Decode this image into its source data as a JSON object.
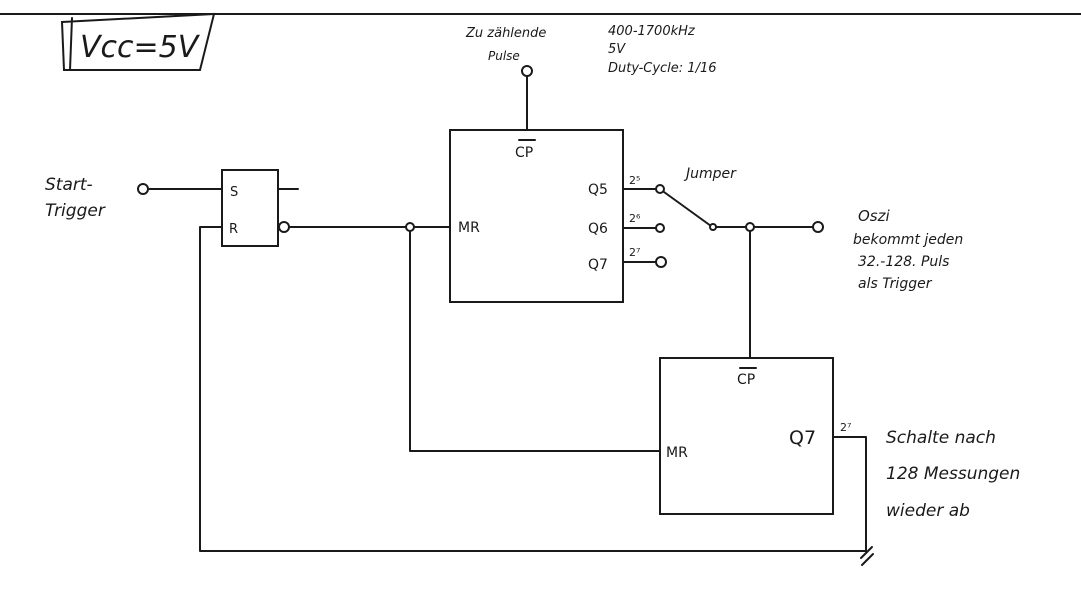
{
  "vcc": {
    "label": "Vcc=5V"
  },
  "pulse": {
    "label_line1": "Zu zählende",
    "label_line2": "Pulse",
    "spec_line1": "400-1700kHz",
    "spec_line2": "5V",
    "spec_line3": "Duty-Cycle: 1/16"
  },
  "start_trigger": {
    "line1": "Start-",
    "line2": "Trigger"
  },
  "flipflop": {
    "pin_s": "S",
    "pin_r": "R"
  },
  "counter1": {
    "pin_cp": "CP",
    "pin_mr": "MR",
    "pin_q5": "Q5",
    "pin_q6": "Q6",
    "pin_q7": "Q7",
    "exp_q5": "2⁵",
    "exp_q6": "2⁶",
    "exp_q7": "2⁷"
  },
  "jumper": {
    "label": "Jumper"
  },
  "oszi": {
    "line1": "Oszi",
    "line2": "bekommt jeden",
    "line3": "32.-128. Puls",
    "line4": "als Trigger"
  },
  "counter2": {
    "pin_cp": "CP",
    "pin_mr": "MR",
    "pin_q7": "Q7",
    "exp_q7": "2⁷"
  },
  "note": {
    "line1": "Schalte nach",
    "line2": "128 Messungen",
    "line3": "wieder ab"
  }
}
